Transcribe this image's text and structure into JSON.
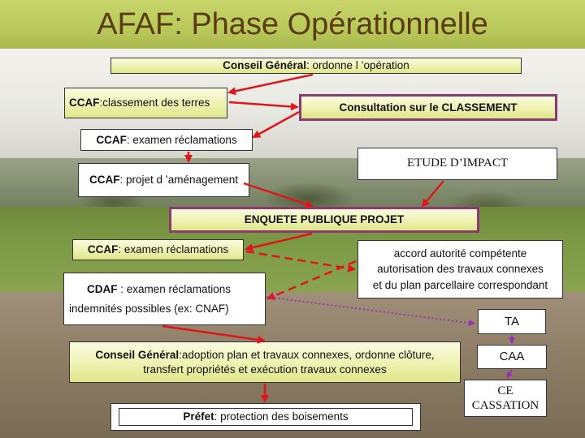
{
  "title": "AFAF: Phase Opérationnelle",
  "nodes": {
    "conseil_general_top": {
      "bold": "Conseil Général",
      "text": ": ordonne l ’opération"
    },
    "ccaf_classement": {
      "bold": "CCAF",
      "text": ":classement des terres"
    },
    "consultation": {
      "bold": "Consultation sur le CLASSEMENT",
      "text": ""
    },
    "ccaf_reclamations_1": {
      "bold": "CCAF",
      "text": ": examen réclamations"
    },
    "etude_impact": {
      "text": "ETUDE D’IMPACT"
    },
    "ccaf_projet": {
      "bold": "CCAF",
      "text": ": projet d ’aménagement"
    },
    "enquete": {
      "bold": "ENQUETE PUBLIQUE PROJET",
      "text": ""
    },
    "ccaf_reclamations_2": {
      "bold": "CCAF",
      "text": ": examen réclamations"
    },
    "accord": {
      "line1": "accord autorité compétente",
      "line2": "autorisation des travaux connexes",
      "line3": "et du plan parcellaire correspondant"
    },
    "cdaf": {
      "bold": "CDAF",
      "text": " : examen réclamations",
      "line2": "indemnités possibles (ex: CNAF)"
    },
    "ta": {
      "text": "TA"
    },
    "caa": {
      "text": "CAA"
    },
    "ce": {
      "line1": "CE",
      "line2": "CASSATION"
    },
    "conseil_general_bottom": {
      "bold": "Conseil Général",
      "text": ":adoption plan et travaux connexes, ordonne clôture,",
      "line2": "transfert propriétés et exécution travaux connexes"
    },
    "prefet": {
      "bold": "Préfet",
      "text": ": protection des boisements"
    }
  },
  "colors": {
    "arrow_red": "#e0151b",
    "arrow_purple": "#9b2fb4",
    "border_purple": "#8a3b6e",
    "title_brown": "#5b3b12"
  }
}
